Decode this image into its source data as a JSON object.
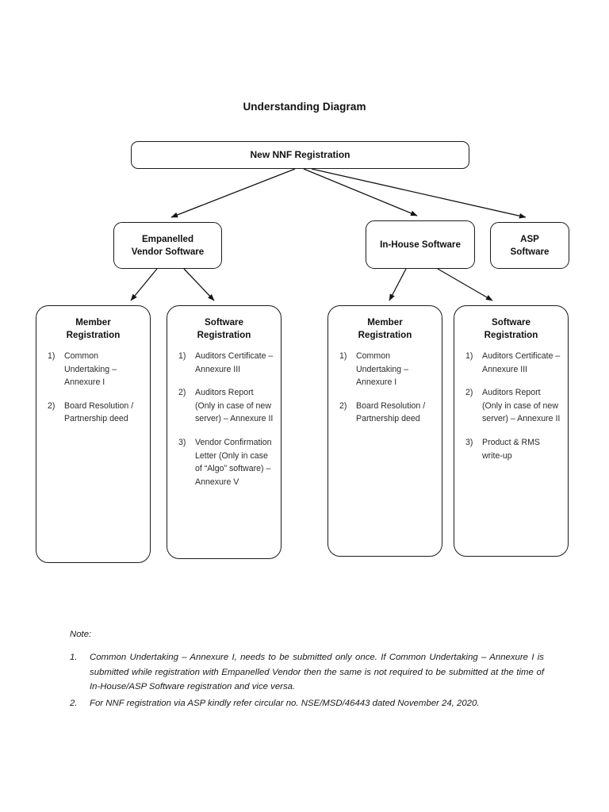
{
  "document": {
    "title": "Understanding Diagram"
  },
  "diagram": {
    "root": {
      "label": "New NNF Registration"
    },
    "level2": [
      {
        "id": "empanelled",
        "label": "Empanelled\nVendor Software"
      },
      {
        "id": "inhouse",
        "label": "In-House Software"
      },
      {
        "id": "asp",
        "label": "ASP\nSoftware"
      }
    ],
    "leaves": [
      {
        "id": "empanelled-member-registration",
        "title": "Member\nRegistration",
        "items": [
          {
            "marker": "1)",
            "text": "Common Undertaking – Annexure I"
          },
          {
            "marker": "2)",
            "text": "Board Resolution / Partnership deed"
          }
        ]
      },
      {
        "id": "empanelled-software-registration",
        "title": "Software\nRegistration",
        "items": [
          {
            "marker": "1)",
            "text": "Auditors Certificate – Annexure III"
          },
          {
            "marker": "2)",
            "text": "Auditors Report (Only in case of new server) – Annexure II"
          },
          {
            "marker": "3)",
            "text": "Vendor Confirmation Letter (Only in case of “Algo” software) – Annexure V"
          }
        ]
      },
      {
        "id": "inhouse-member-registration",
        "title": "Member\nRegistration",
        "items": [
          {
            "marker": "1)",
            "text": "Common Undertaking – Annexure I"
          },
          {
            "marker": "2)",
            "text": "Board Resolution / Partnership deed"
          }
        ]
      },
      {
        "id": "inhouse-software-registration",
        "title": "Software\nRegistration",
        "items": [
          {
            "marker": "1)",
            "text": "Auditors Certificate – Annexure III"
          },
          {
            "marker": "2)",
            "text": "Auditors Report (Only in case of new server) – Annexure II"
          },
          {
            "marker": "3)",
            "text": "Product & RMS write-up"
          }
        ]
      }
    ]
  },
  "notes": {
    "heading": "Note:",
    "items": [
      {
        "number": "1.",
        "text": "Common Undertaking – Annexure I, needs to be submitted only once. If Common Undertaking – Annexure I is submitted while registration with Empanelled Vendor then the same is not required to be submitted at the time of In-House/ASP Software registration and vice versa."
      },
      {
        "number": "2.",
        "text": "For NNF registration via ASP kindly refer circular no. NSE/MSD/46443 dated November 24, 2020."
      }
    ]
  },
  "colors": {
    "page_background": "#ffffff",
    "stroke": "#1b1b1b",
    "text": "#1a1a1a"
  }
}
